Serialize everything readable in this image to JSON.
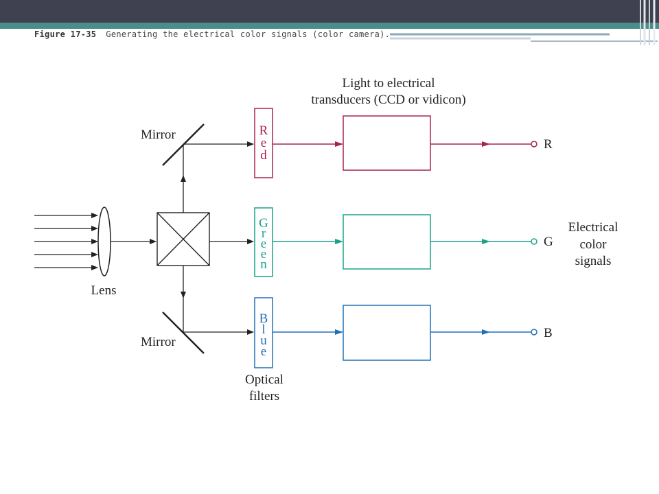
{
  "caption": {
    "figure_number": "Figure 17-35",
    "text": "Generating the electrical color signals (color camera)."
  },
  "diagram": {
    "labels": {
      "lens": "Lens",
      "mirror_top": "Mirror",
      "mirror_bottom": "Mirror",
      "transducers_line1": "Light to electrical",
      "transducers_line2": "transducers (CCD or vidicon)",
      "optical_filters_line1": "Optical",
      "optical_filters_line2": "filters",
      "output_title_line1": "Electrical",
      "output_title_line2": "color",
      "output_title_line3": "signals"
    },
    "channels": [
      {
        "filter_letters": [
          "R",
          "e",
          "d"
        ],
        "output": "R",
        "color": "#a8234f"
      },
      {
        "filter_letters": [
          "G",
          "r",
          "e",
          "e",
          "n"
        ],
        "output": "G",
        "color": "#1aa389"
      },
      {
        "filter_letters": [
          "B",
          "l",
          "u",
          "e"
        ],
        "output": "B",
        "color": "#2370b5"
      }
    ]
  },
  "colors": {
    "topbar": "#3f4150",
    "accent_teal": "#4a8e8c",
    "line_black": "#222222"
  }
}
